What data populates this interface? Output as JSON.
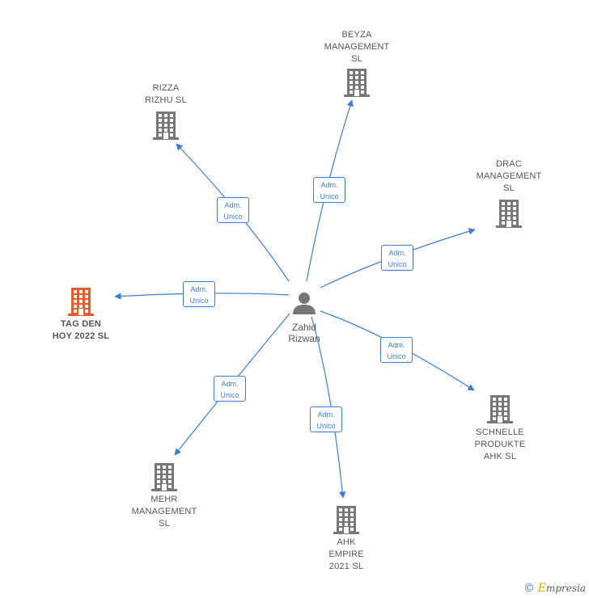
{
  "colors": {
    "edge": "#3b7fd4",
    "building": "#777777",
    "building_highlight": "#f05a28",
    "person": "#777777",
    "text": "#555555"
  },
  "center": {
    "name_lines": [
      "Zahid",
      "Rizwan"
    ],
    "icon": "person-icon"
  },
  "companies": [
    {
      "id": "beyza",
      "label_lines": [
        "BEYZA",
        "MANAGEMENT",
        "SL"
      ],
      "relation_lines": [
        "Adm.",
        "Unico"
      ],
      "highlight": false,
      "icon": "building-icon"
    },
    {
      "id": "rizza",
      "label_lines": [
        "RIZZA",
        "RIZHU  SL"
      ],
      "relation_lines": [
        "Adm.",
        "Unico"
      ],
      "highlight": false,
      "icon": "building-icon"
    },
    {
      "id": "drac",
      "label_lines": [
        "DRAC",
        "MANAGEMENT",
        "SL"
      ],
      "relation_lines": [
        "Adm.",
        "Unico"
      ],
      "highlight": false,
      "icon": "building-icon"
    },
    {
      "id": "tagden",
      "label_lines": [
        "TAG DEN",
        "HOY 2022  SL"
      ],
      "relation_lines": [
        "Adm.",
        "Unico"
      ],
      "highlight": true,
      "icon": "building-icon"
    },
    {
      "id": "schnelle",
      "label_lines": [
        "SCHNELLE",
        "PRODUKTE",
        "AHK  SL"
      ],
      "relation_lines": [
        "Adm.",
        "Unico"
      ],
      "highlight": false,
      "icon": "building-icon"
    },
    {
      "id": "mehr",
      "label_lines": [
        "MEHR",
        "MANAGEMENT",
        "SL"
      ],
      "relation_lines": [
        "Adm.",
        "Unico"
      ],
      "highlight": false,
      "icon": "building-icon"
    },
    {
      "id": "ahk",
      "label_lines": [
        "AHK",
        "EMPIRE",
        "2021  SL"
      ],
      "relation_lines": [
        "Adm.",
        "Unico"
      ],
      "highlight": false,
      "icon": "building-icon"
    }
  ],
  "watermark": {
    "symbol": "©",
    "brand_initial": "E",
    "brand_rest": "mpresia"
  }
}
